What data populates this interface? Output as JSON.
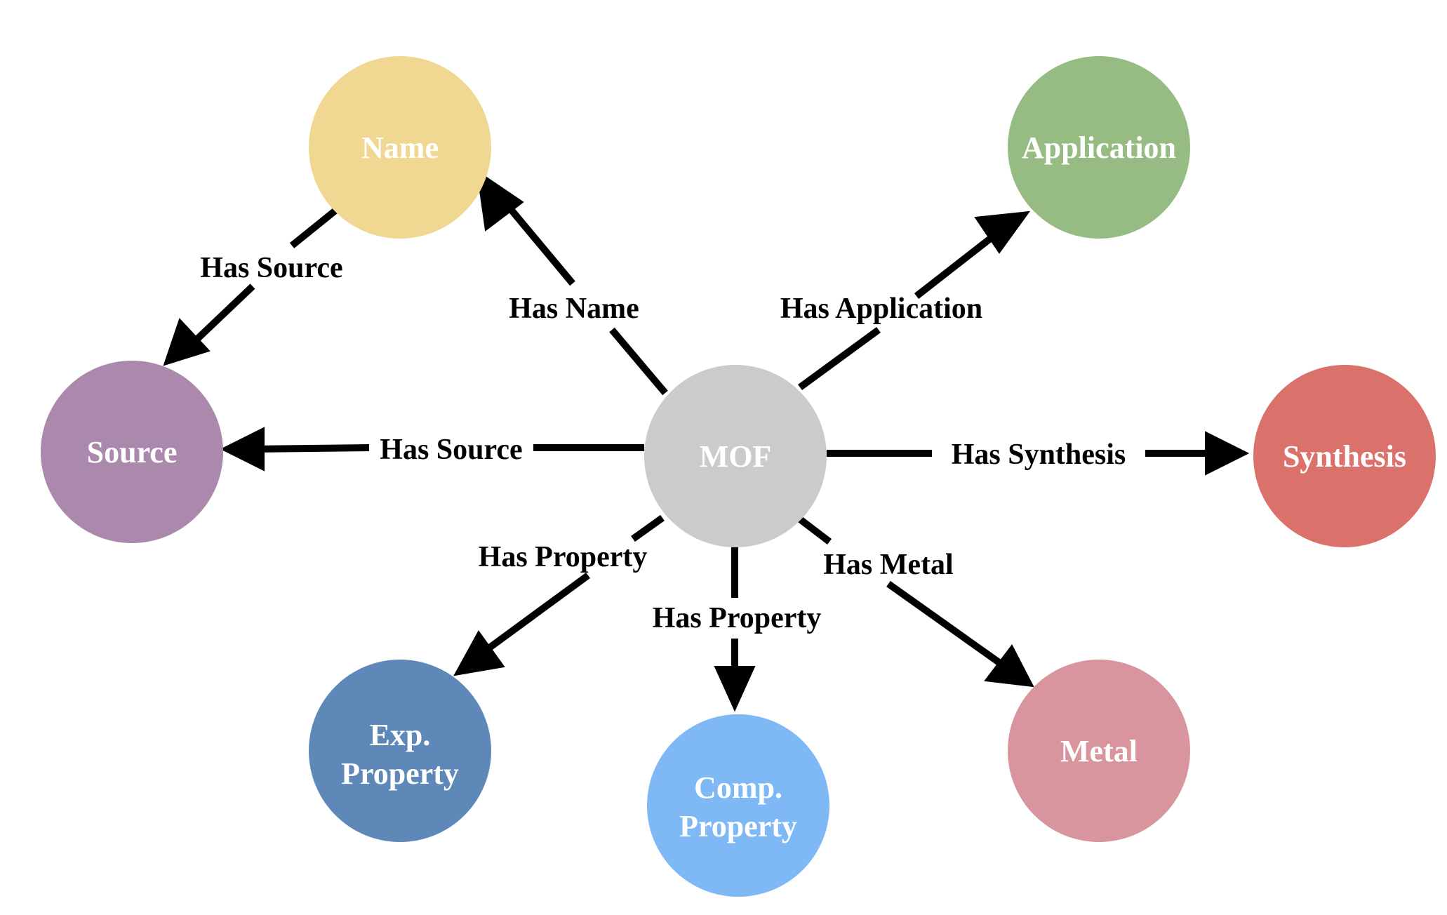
{
  "nodes": {
    "mof": {
      "lines": [
        "MOF"
      ],
      "color": "#cbcbcb"
    },
    "name": {
      "lines": [
        "Name"
      ],
      "color": "#f0d892"
    },
    "application": {
      "lines": [
        "Application"
      ],
      "color": "#97bc83"
    },
    "source": {
      "lines": [
        "Source"
      ],
      "color": "#ab89ac"
    },
    "synthesis": {
      "lines": [
        "Synthesis"
      ],
      "color": "#db716b"
    },
    "exp_property": {
      "lines": [
        "Exp.",
        "Property"
      ],
      "color": "#5e88b8"
    },
    "comp_property": {
      "lines": [
        "Comp.",
        "Property"
      ],
      "color": "#7fb9f5"
    },
    "metal": {
      "lines": [
        "Metal"
      ],
      "color": "#d8959d"
    }
  },
  "edges": {
    "mof_name": {
      "label": "Has Name"
    },
    "mof_application": {
      "label": "Has Application"
    },
    "mof_source": {
      "label": "Has Source"
    },
    "mof_synthesis": {
      "label": "Has Synthesis"
    },
    "mof_exp_property": {
      "label": "Has Property"
    },
    "mof_comp_property": {
      "label": "Has Property"
    },
    "mof_metal": {
      "label": "Has Metal"
    },
    "name_source": {
      "label": "Has Source"
    }
  }
}
